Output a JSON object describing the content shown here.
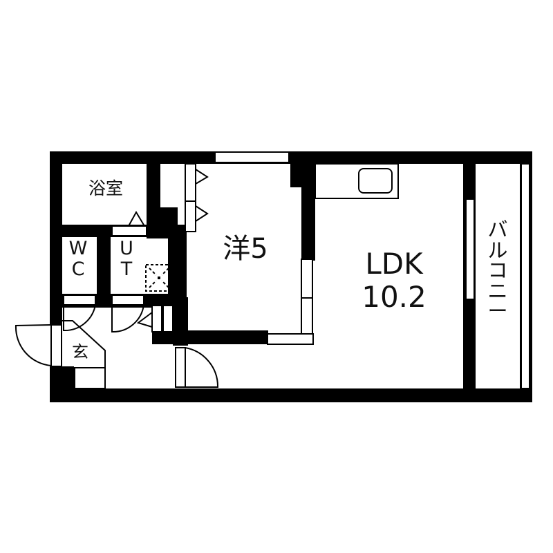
{
  "floor_plan": {
    "rooms": {
      "bathroom": {
        "label": "浴室"
      },
      "wc": {
        "label_line1": "W",
        "label_line2": "C"
      },
      "utility": {
        "label_line1": "U",
        "label_line2": "T"
      },
      "entrance": {
        "label": "玄"
      },
      "western_room": {
        "label": "洋5"
      },
      "ldk": {
        "label_line1": "LDK",
        "label_line2": "10.2"
      },
      "balcony": {
        "label_chars": [
          "バ",
          "ル",
          "コ",
          "ニ",
          "ー"
        ]
      }
    },
    "colors": {
      "wall": "#000000",
      "background": "#ffffff",
      "line": "#111111"
    }
  }
}
